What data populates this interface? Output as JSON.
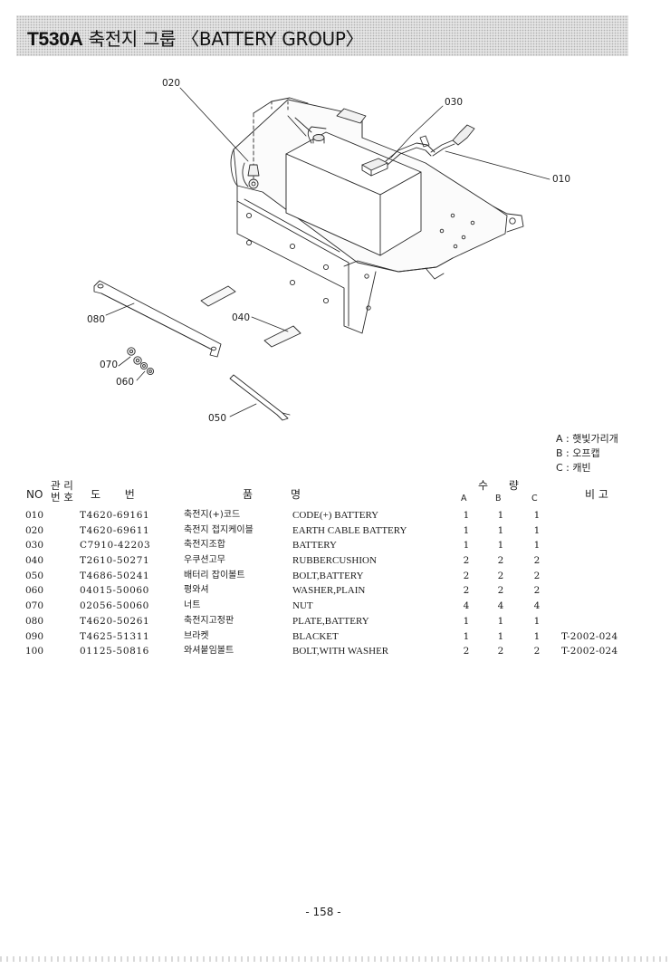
{
  "header": {
    "model_code": "T530A",
    "title_ko": "축전지 그룹",
    "title_en": "〈BATTERY GROUP〉"
  },
  "diagram": {
    "callouts": [
      "020",
      "030",
      "010",
      "080",
      "040",
      "070",
      "060",
      "050"
    ]
  },
  "legend": [
    "A : 햇빛가리개",
    "B : 오프캡",
    "C : 캐빈"
  ],
  "table": {
    "headers": {
      "no": "NO",
      "mgmt_top": "관 리",
      "mgmt_bottom": "번 호",
      "drawing": "도       번",
      "name": "품           명",
      "qty": "수      량",
      "qty_a": "A",
      "qty_b": "B",
      "qty_c": "C",
      "remarks": "비 고"
    },
    "rows": [
      {
        "no": "010",
        "part": "T4620-69161",
        "name_ko": "축전지(+)코드",
        "name_en": "CODE(+) BATTERY",
        "a": "1",
        "b": "1",
        "c": "1",
        "remarks": ""
      },
      {
        "no": "020",
        "part": "T4620-69611",
        "name_ko": "축전지 접지케이블",
        "name_en": "EARTH CABLE BATTERY",
        "a": "1",
        "b": "1",
        "c": "1",
        "remarks": ""
      },
      {
        "no": "030",
        "part": "C7910-42203",
        "name_ko": "축전지조합",
        "name_en": "BATTERY",
        "a": "1",
        "b": "1",
        "c": "1",
        "remarks": ""
      },
      {
        "no": "040",
        "part": "T2610-50271",
        "name_ko": "우쿠션고무",
        "name_en": "RUBBERCUSHION",
        "a": "2",
        "b": "2",
        "c": "2",
        "remarks": ""
      },
      {
        "no": "050",
        "part": "T4686-50241",
        "name_ko": "배터리 잡이볼트",
        "name_en": "BOLT,BATTERY",
        "a": "2",
        "b": "2",
        "c": "2",
        "remarks": ""
      },
      {
        "no": "060",
        "part": "04015-50060",
        "name_ko": "평와셔",
        "name_en": "WASHER,PLAIN",
        "a": "2",
        "b": "2",
        "c": "2",
        "remarks": ""
      },
      {
        "no": "070",
        "part": "02056-50060",
        "name_ko": "너트",
        "name_en": "NUT",
        "a": "4",
        "b": "4",
        "c": "4",
        "remarks": ""
      },
      {
        "no": "080",
        "part": "T4620-50261",
        "name_ko": "축전지고정판",
        "name_en": "PLATE,BATTERY",
        "a": "1",
        "b": "1",
        "c": "1",
        "remarks": ""
      },
      {
        "no": "090",
        "part": "T4625-51311",
        "name_ko": "브라켓",
        "name_en": "BLACKET",
        "a": "1",
        "b": "1",
        "c": "1",
        "remarks": "T-2002-024"
      },
      {
        "no": "100",
        "part": "01125-50816",
        "name_ko": "와셔붙임볼트",
        "name_en": "BOLT,WITH WASHER",
        "a": "2",
        "b": "2",
        "c": "2",
        "remarks": "T-2002-024"
      }
    ]
  },
  "page_number": "- 158 -"
}
